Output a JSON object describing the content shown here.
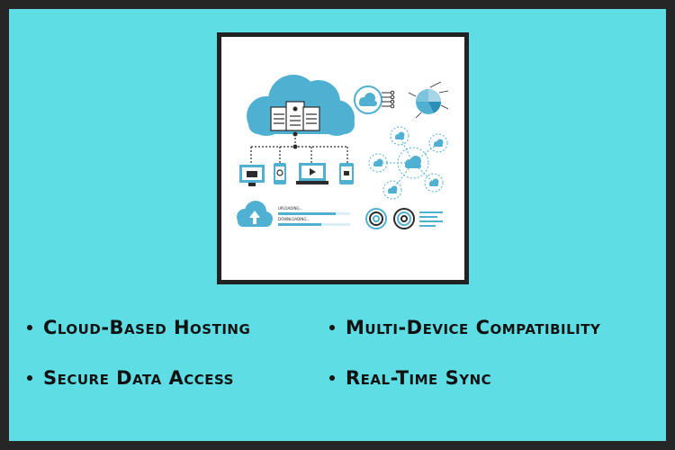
{
  "features": [
    {
      "label": "Cloud-Based Hosting"
    },
    {
      "label": "Multi-Device Compatibility"
    },
    {
      "label": "Secure Data Access"
    },
    {
      "label": "Real-Time Sync"
    }
  ],
  "illustration": {
    "upload_label": "UPLOADING...",
    "download_label": "DOWNLOADING...",
    "upload_progress": 0.8,
    "download_progress": 0.6
  },
  "colors": {
    "background": "#5fdde5",
    "outer_border": "#262626",
    "frame_border": "#222222",
    "accent": "#4fb0d2",
    "text": "#111111"
  }
}
